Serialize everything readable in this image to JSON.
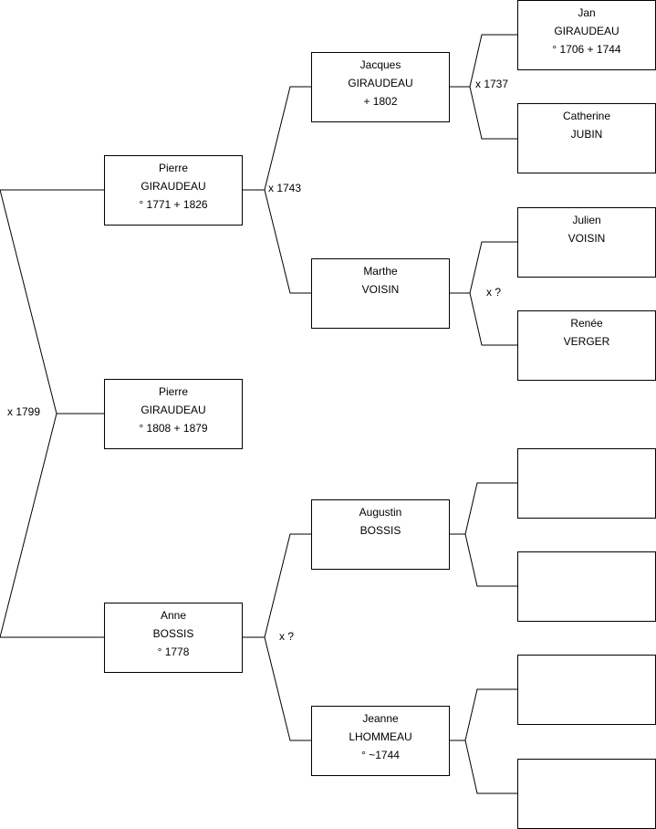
{
  "persons": {
    "root": {
      "line1": "Pierre",
      "line2": "GIRAUDEAU",
      "line3": "° 1808 + 1879"
    },
    "father": {
      "line1": "Pierre",
      "line2": "GIRAUDEAU",
      "line3": "° 1771 + 1826"
    },
    "mother": {
      "line1": "Anne",
      "line2": "BOSSIS",
      "line3": "° 1778"
    },
    "ff": {
      "line1": "Jacques",
      "line2": "GIRAUDEAU",
      "line3": "+ 1802"
    },
    "fm": {
      "line1": "Marthe",
      "line2": "VOISIN",
      "line3": ""
    },
    "mf": {
      "line1": "Augustin",
      "line2": "BOSSIS",
      "line3": ""
    },
    "mm": {
      "line1": "Jeanne",
      "line2": "LHOMMEAU",
      "line3": "° ~1744"
    },
    "fff": {
      "line1": "Jan",
      "line2": "GIRAUDEAU",
      "line3": "° 1706 + 1744"
    },
    "ffm": {
      "line1": "Catherine",
      "line2": "JUBIN",
      "line3": ""
    },
    "fmf": {
      "line1": "Julien",
      "line2": "VOISIN",
      "line3": ""
    },
    "fmm": {
      "line1": "Renée",
      "line2": "VERGER",
      "line3": ""
    },
    "mff": {
      "line1": "",
      "line2": "",
      "line3": ""
    },
    "mfm": {
      "line1": "",
      "line2": "",
      "line3": ""
    },
    "mmf": {
      "line1": "",
      "line2": "",
      "line3": ""
    },
    "mmm": {
      "line1": "",
      "line2": "",
      "line3": ""
    }
  },
  "marriages": {
    "parents": "x 1799",
    "paternal_grandparents": "x 1743",
    "maternal_grandparents": "x ?",
    "ff_parents": "x 1737",
    "fm_parents": "x ?"
  }
}
